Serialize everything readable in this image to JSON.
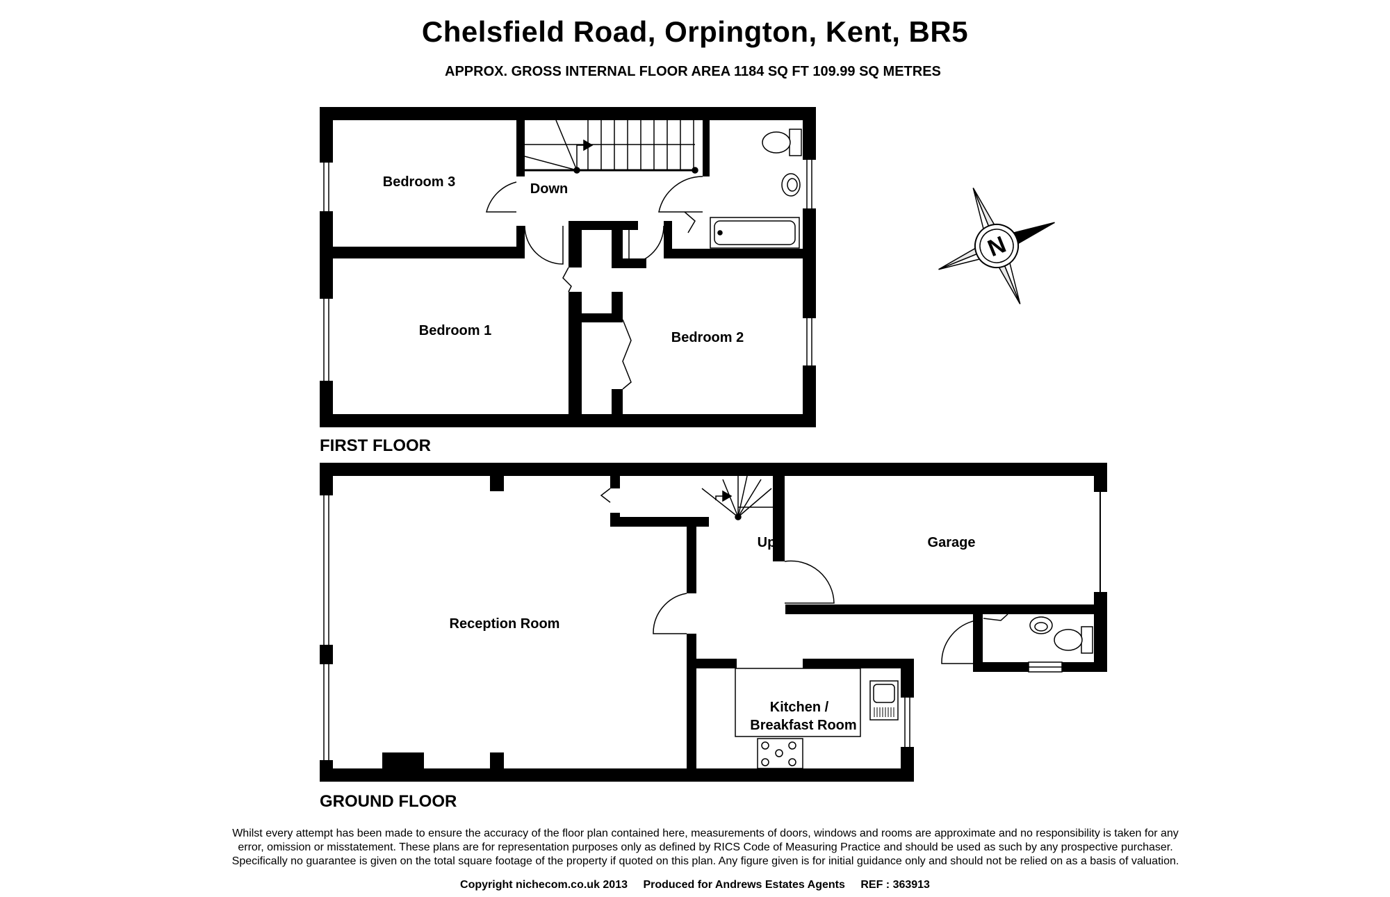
{
  "header": {
    "title": "Chelsfield Road, Orpington, Kent, BR5",
    "subtitle": "APPROX. GROSS INTERNAL FLOOR AREA 1184 SQ FT 109.99 SQ METRES"
  },
  "first_floor": {
    "label": "FIRST FLOOR",
    "rooms": {
      "bedroom3": "Bedroom 3",
      "down": "Down",
      "bedroom1": "Bedroom 1",
      "bedroom2": "Bedroom 2"
    }
  },
  "ground_floor": {
    "label": "GROUND FLOOR",
    "rooms": {
      "reception": "Reception Room",
      "up": "Up",
      "garage": "Garage",
      "kitchen_line1": "Kitchen /",
      "kitchen_line2": "Breakfast Room"
    }
  },
  "compass": {
    "letter": "N"
  },
  "disclaimer": [
    "Whilst every attempt has been made to ensure the accuracy of the floor plan contained here, measurements of doors, windows and rooms are approximate and no responsibility is taken for any",
    "error, omission or misstatement. These plans are for representation purposes only as defined by RICS Code of Measuring Practice and should be used as such by any prospective purchaser.",
    "Specifically no guarantee is given on the total square footage of the property if quoted on this plan. Any figure given is for initial guidance only and should not be relied on as a basis of valuation."
  ],
  "footer": {
    "copyright": "Copyright nichecom.co.uk 2013",
    "produced": "Produced for Andrews Estates Agents",
    "ref": "REF : 363913"
  },
  "colors": {
    "wall": "#000000",
    "background": "#ffffff",
    "compass_fill": "#e8e8e8"
  }
}
